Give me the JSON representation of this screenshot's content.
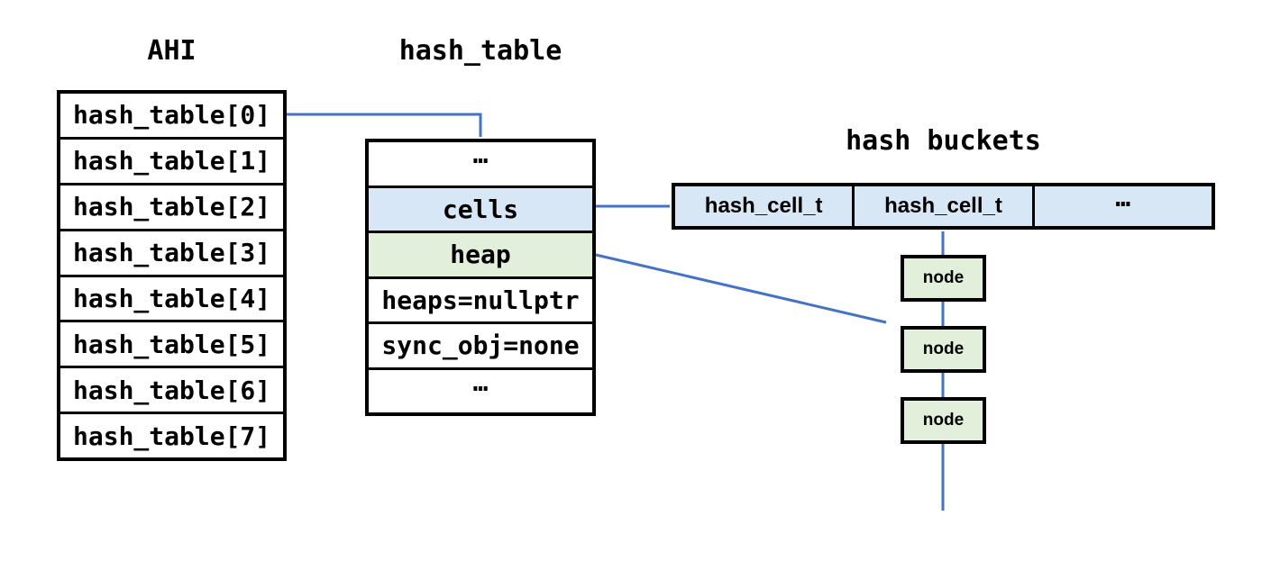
{
  "titles": {
    "left": "AHI",
    "middle": "hash_table",
    "right": "hash buckets"
  },
  "left_table": {
    "rows": [
      "hash_table[0]",
      "hash_table[1]",
      "hash_table[2]",
      "hash_table[3]",
      "hash_table[4]",
      "hash_table[5]",
      "hash_table[6]",
      "hash_table[7]"
    ]
  },
  "middle_table": {
    "rows": [
      {
        "label": "…",
        "fill": "white"
      },
      {
        "label": "cells",
        "fill": "#d8e7f5"
      },
      {
        "label": "heap",
        "fill": "#e2efda"
      },
      {
        "label": "heaps=nullptr",
        "fill": "white"
      },
      {
        "label": "sync_obj=none",
        "fill": "white"
      },
      {
        "label": "…",
        "fill": "white"
      }
    ]
  },
  "buckets": {
    "cells": [
      {
        "label": "hash_cell_t"
      },
      {
        "label": "hash_cell_t"
      },
      {
        "label": "…"
      }
    ]
  },
  "nodes": [
    {
      "label": "node"
    },
    {
      "label": "node"
    },
    {
      "label": "node"
    }
  ],
  "colors": {
    "cell_blue": "#d8e7f5",
    "cell_green": "#e2efda",
    "connector_blue": "#4472c4",
    "border": "#000000"
  }
}
